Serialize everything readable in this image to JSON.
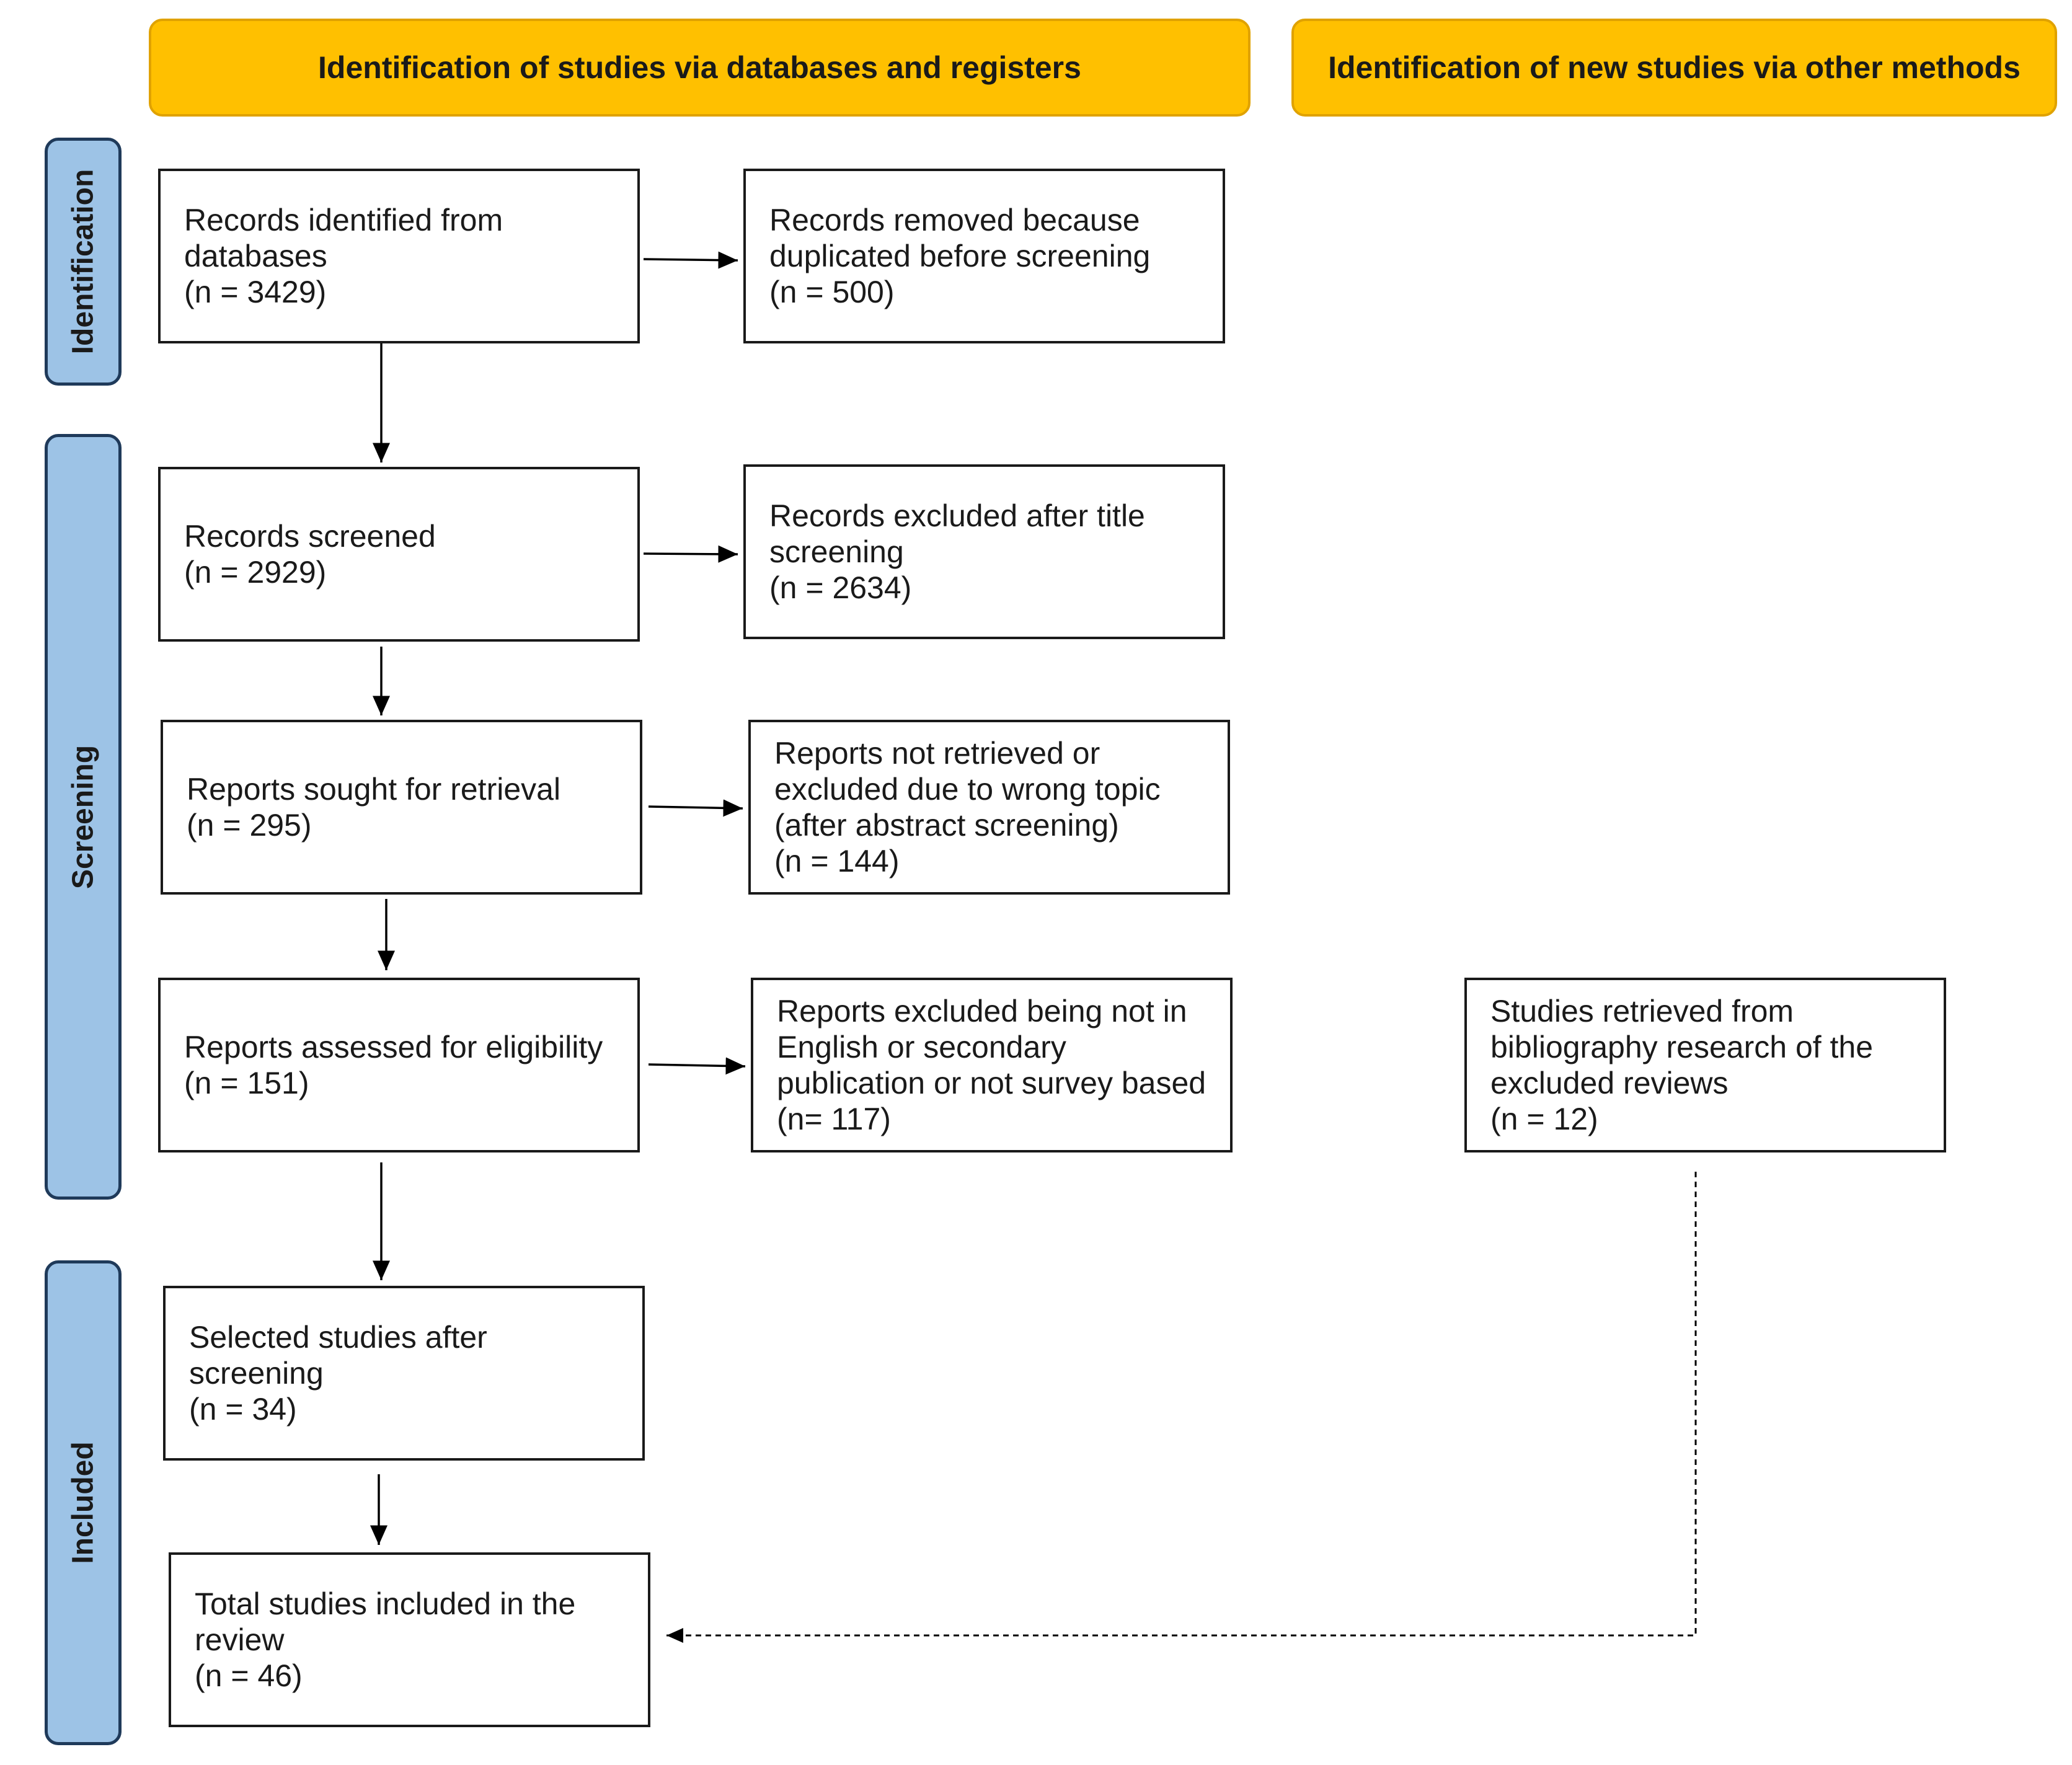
{
  "headers": {
    "databases": "Identification of studies via databases and registers",
    "other_methods": "Identification of new studies via other methods"
  },
  "phases": {
    "identification": "Identification",
    "screening": "Screening",
    "included": "Included"
  },
  "boxes": {
    "records_identified": [
      "Records identified from",
      "databases",
      "(n = 3429)"
    ],
    "records_removed": [
      "Records removed because",
      "duplicated before screening",
      "(n = 500)"
    ],
    "records_screened": [
      "Records screened",
      "(n = 2929)"
    ],
    "records_excluded": [
      "Records excluded after title",
      "screening",
      "(n = 2634)"
    ],
    "reports_sought": [
      "Reports sought for retrieval",
      "(n = 295)"
    ],
    "reports_not_retrieved": [
      "Reports not retrieved or",
      "excluded due to wrong topic",
      "(after abstract screening)",
      "(n = 144)"
    ],
    "reports_assessed": [
      "Reports assessed for eligibility",
      "(n = 151)"
    ],
    "reports_excluded": [
      "Reports excluded being not in",
      "English or secondary",
      "publication or not survey based",
      "(n= 117)"
    ],
    "studies_retrieved": [
      "Studies retrieved from",
      "bibliography research of the",
      "excluded reviews",
      "(n = 12)"
    ],
    "selected_studies": [
      "Selected studies after",
      "screening",
      "(n = 34)"
    ],
    "total_included": [
      "Total studies included in the",
      "review",
      "(n = 46)"
    ]
  },
  "colors": {
    "header_fill": "#FFC000",
    "phase_fill": "#9DC3E6",
    "phase_border": "#1F3A5A"
  }
}
